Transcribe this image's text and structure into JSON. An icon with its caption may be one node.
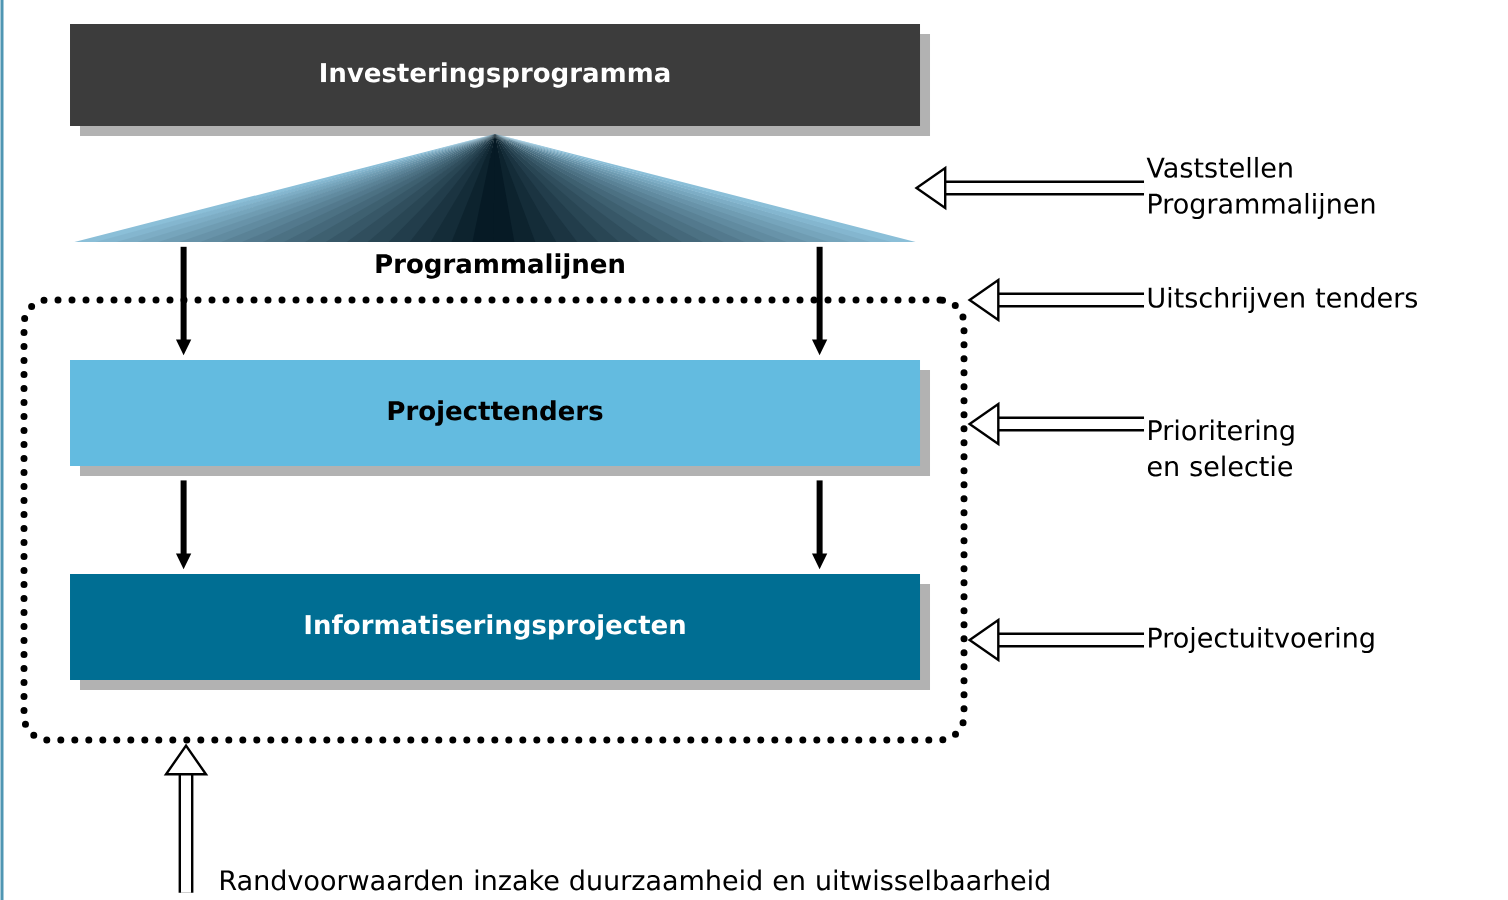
{
  "diagram": {
    "nodes": [
      {
        "text": [
          "Investeringsprogramma"
        ]
      },
      {
        "text": [
          "Programmalijnen"
        ]
      },
      {
        "text": [],
        "shape": "box"
      },
      {
        "text": [
          "Projecttenders"
        ],
        "in": 2
      },
      {
        "text": [
          "Informatiseringsprojecten"
        ],
        "in": 2
      },
      {
        "text": [
          "Vaststellen Programmalijnen"
        ]
      },
      {
        "text": [
          "Uitschrijven tenders"
        ]
      },
      {
        "text": [
          "Prioritering en selectie"
        ]
      },
      {
        "text": [
          "Projectuitvoering"
        ]
      },
      {
        "text": [
          "Randvoorwaarden inzake duurzaamheid en uitwisselbaarheid"
        ]
      }
    ],
    "edges": [
      {
        "from": 1,
        "to": 3,
        "arrow": "to"
      },
      {
        "from": 1,
        "to": 3,
        "arrow": "to"
      },
      {
        "from": 3,
        "to": 4,
        "arrow": "to"
      },
      {
        "from": 3,
        "to": 4,
        "arrow": "to"
      },
      {
        "from": 5,
        "to": 1,
        "arrow": "to"
      },
      {
        "from": 6,
        "to": 2,
        "arrow": "to"
      },
      {
        "from": 7,
        "to": 2,
        "arrow": "to"
      },
      {
        "from": 8,
        "to": 2,
        "arrow": "to"
      },
      {
        "from": 9,
        "to": 2,
        "arrow": "to"
      }
    ]
  }
}
